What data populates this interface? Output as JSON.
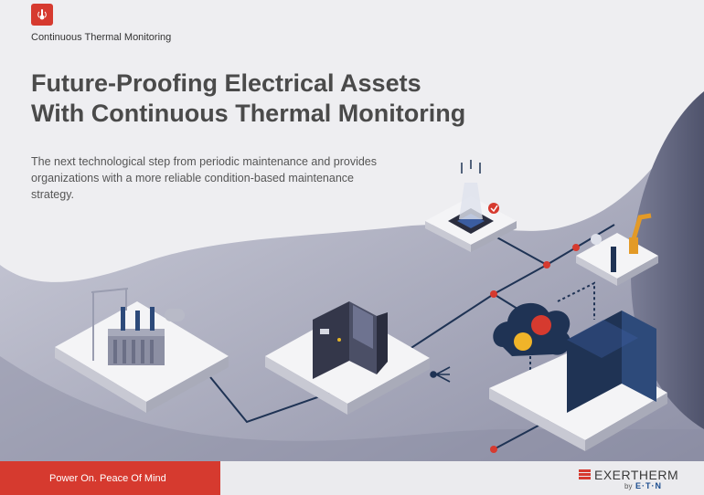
{
  "header": {
    "kicker": "Continuous Thermal Monitoring",
    "title_line_1": "Future-Proofing Electrical Assets",
    "title_line_2": "With Continuous Thermal Monitoring",
    "intro": "The next technological step from periodic maintenance and provides organizations with a more reliable condition-based maintenance strategy."
  },
  "footer": {
    "tagline": "Power On. Peace Of Mind",
    "brand_name": "EXERTHERM",
    "brand_by": "by",
    "brand_parent": "E·T·N"
  },
  "icons": [
    "thermometer-icon",
    "transformer-icon",
    "switchgear-icon",
    "chip-icon",
    "robot-arm-icon",
    "cloud-gears-icon",
    "server-rack-icon",
    "share-icon"
  ],
  "colors": {
    "accent": "#d63a2f",
    "navy": "#1f3354",
    "slate": "#6b6f86",
    "panel": "#eeeef1"
  }
}
